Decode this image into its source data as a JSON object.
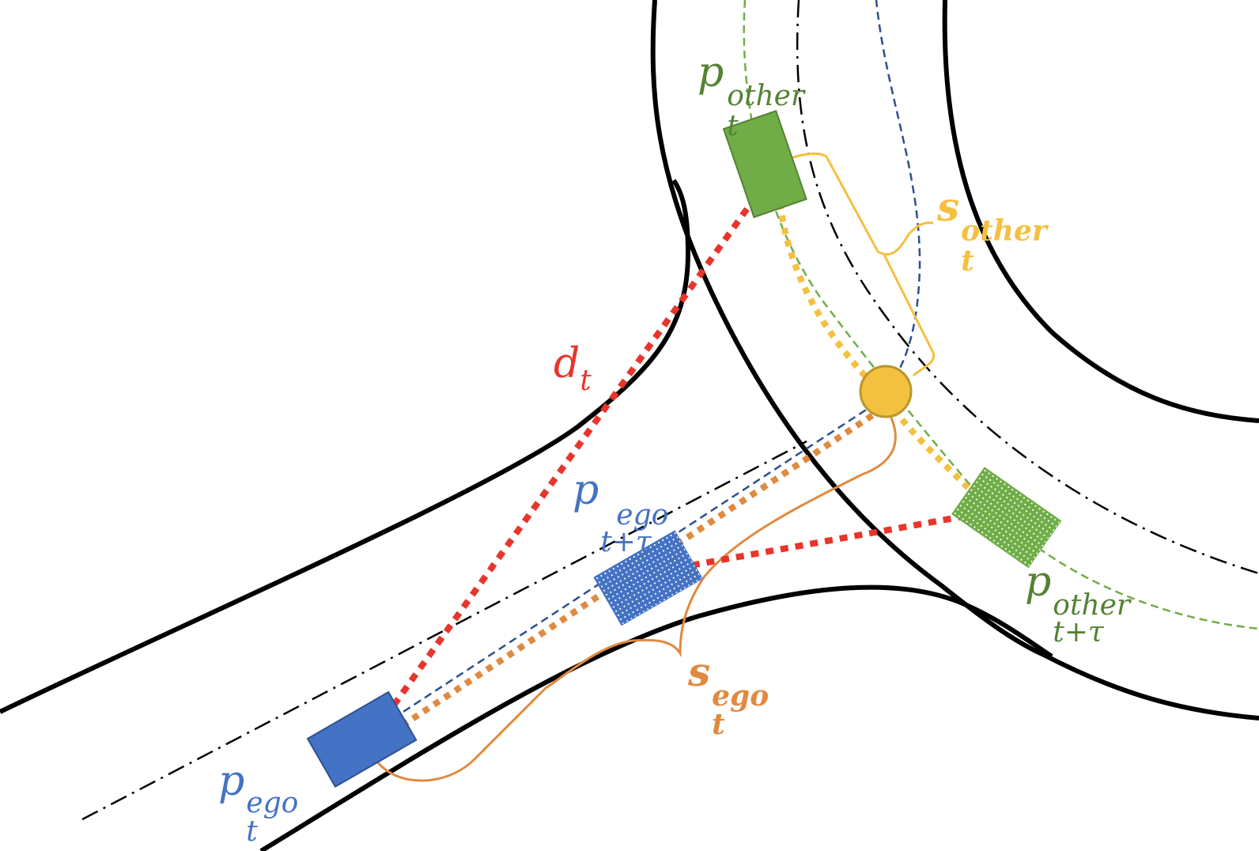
{
  "labels": {
    "p_other_t": {
      "base": "p",
      "sub": "t",
      "sup": "other"
    },
    "s_other_t": {
      "base": "s",
      "sub": "t",
      "sup": "other"
    },
    "d_t": {
      "base": "d",
      "sub": "t"
    },
    "p_ego_t_tau": {
      "base": "p",
      "sub": "t+τ",
      "sup": "ego"
    },
    "p_other_t_tau": {
      "base": "p",
      "sub": "t+τ",
      "sup": "other"
    },
    "s_ego_t": {
      "base": "s",
      "sub": "t",
      "sup": "ego"
    },
    "p_ego_t": {
      "base": "p",
      "sub": "t",
      "sup": "ego"
    }
  },
  "colors": {
    "road": "#000000",
    "ego": "#4472c4",
    "other": "#70ad47",
    "other_label": "#548235",
    "distance": "#e8352b",
    "s_other": "#f4c040",
    "s_ego": "#e08a40",
    "conflict_point": "#f4c040",
    "conflict_point_stroke": "#b8962a"
  }
}
